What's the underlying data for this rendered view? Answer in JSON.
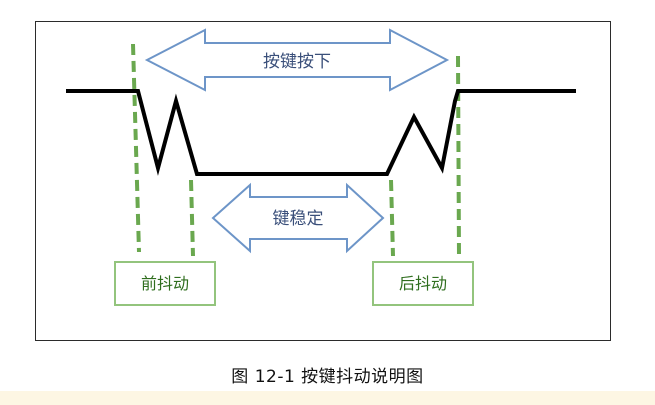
{
  "diagram": {
    "arrows": {
      "key_pressed": "按键按下",
      "key_stable": "键稳定"
    },
    "boxes": {
      "front_bounce": "前抖动",
      "rear_bounce": "后抖动"
    }
  },
  "caption": "图 12-1 按键抖动说明图",
  "colors": {
    "signal": "#000000",
    "marker": "#6aa84f",
    "arrow_stroke": "#6d95c8",
    "box_border": "#93c47d",
    "box_text": "#2f6e1e",
    "arrow_text": "#3a4f7a"
  }
}
